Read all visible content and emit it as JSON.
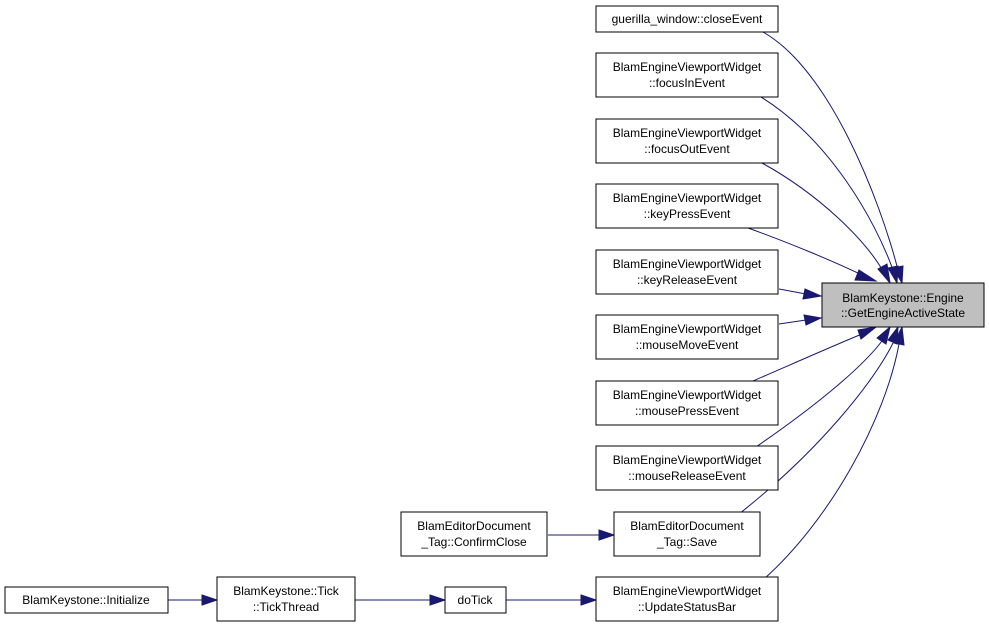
{
  "graph": {
    "colors": {
      "edge": "#191970",
      "node_border": "#000000",
      "node_fill": "#ffffff",
      "target_fill": "#bfbfbf"
    },
    "target": {
      "line1": "BlamKeystone::Engine",
      "line2": "::GetEngineActiveState"
    },
    "nodes": {
      "close_event": {
        "line1": "guerilla_window::closeEvent"
      },
      "focus_in": {
        "line1": "BlamEngineViewportWidget",
        "line2": "::focusInEvent"
      },
      "focus_out": {
        "line1": "BlamEngineViewportWidget",
        "line2": "::focusOutEvent"
      },
      "key_press": {
        "line1": "BlamEngineViewportWidget",
        "line2": "::keyPressEvent"
      },
      "key_release": {
        "line1": "BlamEngineViewportWidget",
        "line2": "::keyReleaseEvent"
      },
      "mouse_move": {
        "line1": "BlamEngineViewportWidget",
        "line2": "::mouseMoveEvent"
      },
      "mouse_press": {
        "line1": "BlamEngineViewportWidget",
        "line2": "::mousePressEvent"
      },
      "mouse_release": {
        "line1": "BlamEngineViewportWidget",
        "line2": "::mouseReleaseEvent"
      },
      "save": {
        "line1": "BlamEditorDocument",
        "line2": "_Tag::Save"
      },
      "confirm_close": {
        "line1": "BlamEditorDocument",
        "line2": "_Tag::ConfirmClose"
      },
      "update_status_bar": {
        "line1": "BlamEngineViewportWidget",
        "line2": "::UpdateStatusBar"
      },
      "do_tick": {
        "line1": "doTick"
      },
      "tick_thread": {
        "line1": "BlamKeystone::Tick",
        "line2": "::TickThread"
      },
      "initialize": {
        "line1": "BlamKeystone::Initialize"
      }
    }
  }
}
